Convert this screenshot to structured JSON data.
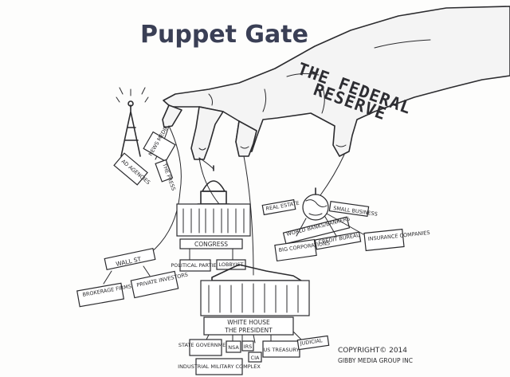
{
  "title": "Puppet Gate",
  "hand": {
    "line1": "THE FEDERAL",
    "line2": "RESERVE"
  },
  "labels": {
    "ad_agencies": "AD AGENCIES",
    "news_media": "NEWS MEDIA",
    "the_press": "THE PRESS",
    "congress": "CONGRESS",
    "political_parties": "POLITICAL PARTIES",
    "lobbyist": "LOBBYIST",
    "wall_st": "WALL ST",
    "brokerage_firms": "BROKERAGE FIRMS",
    "private_investors": "PRIVATE INVESTORS",
    "real_estate": "REAL ESTATE",
    "small_business": "SMALL BUSINESS",
    "world_banks": "WORLD BANKS/BANKERS",
    "credit_bureau": "CREDIT BUREAU",
    "big_corporations": "BIG CORPORATIONS",
    "insurance_companies": "INSURANCE COMPANIES",
    "white_house": "WHITE HOUSE",
    "the_president": "THE PRESIDENT",
    "state_government": "STATE GOVERNMENT",
    "nsa": "NSA",
    "irs": "IRS",
    "cia": "CIA",
    "us_treasury": "US TREASURY",
    "judicial": "JUDICIAL",
    "industrial_military_complex": "INDUSTRIAL MILITARY COMPLEX"
  },
  "copyright": {
    "line1": "COPYRIGHT© 2014",
    "line2": "GIBBY MEDIA GROUP INC"
  }
}
